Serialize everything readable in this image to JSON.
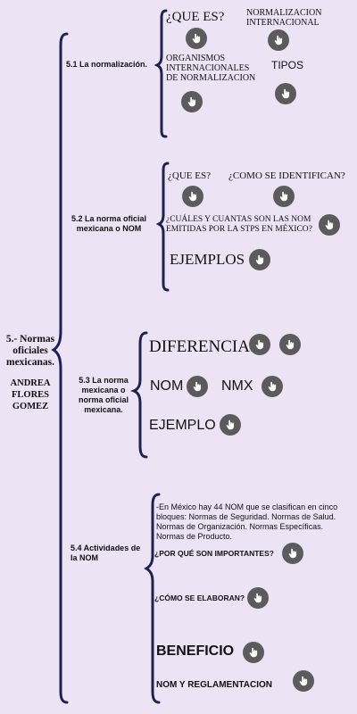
{
  "root": {
    "title": "5.- Normas oficiales mexicanas.",
    "author": "ANDREA FLORES GOMEZ"
  },
  "s1": {
    "title": "5.1 La normalización.",
    "q1": "¿QUE ES?",
    "q2": "NORMALIZACION INTERNACIONAL",
    "q3": "ORGANISMOS INTERNACIONALES DE NORMALIZACION",
    "q4": "TIPOS"
  },
  "s2": {
    "title": "5.2 La norma oficial mexicana o NOM",
    "q1": "¿QUE ES?",
    "q2": "¿COMO SE IDENTIFICAN?",
    "q3": "¿CUÁLES Y CUANTAS SON LAS NOM EMITIDAS POR LA STPS EN MÉXICO?",
    "q4": "EJEMPLOS"
  },
  "s3": {
    "title": "5.3 La norma mexicana o norma oficial mexicana.",
    "q1": "DIFERENCIAS",
    "q2": "NOM",
    "q3": "NMX",
    "q4": "EJEMPLO"
  },
  "s4": {
    "title": "5.4 Actividades de la NOM",
    "desc": "-En México hay 44 NOM que se clasifican en cinco bloques: Normas de Seguridad. Normas de Salud. Normas de Organización. Normas Específicas. Normas de Producto.",
    "q1": "¿POR QUÉ SON IMPORTANTES?",
    "q2": "¿CÓMO SE ELABORAN?",
    "q3": "BENEFICIO",
    "q4": "NOM Y REGLAMENTACION"
  },
  "colors": {
    "background": "#ece3f4",
    "brace": "#1f2250",
    "button": "#5b5b5b"
  },
  "icons": {
    "expand": "hand-pointer-icon"
  }
}
